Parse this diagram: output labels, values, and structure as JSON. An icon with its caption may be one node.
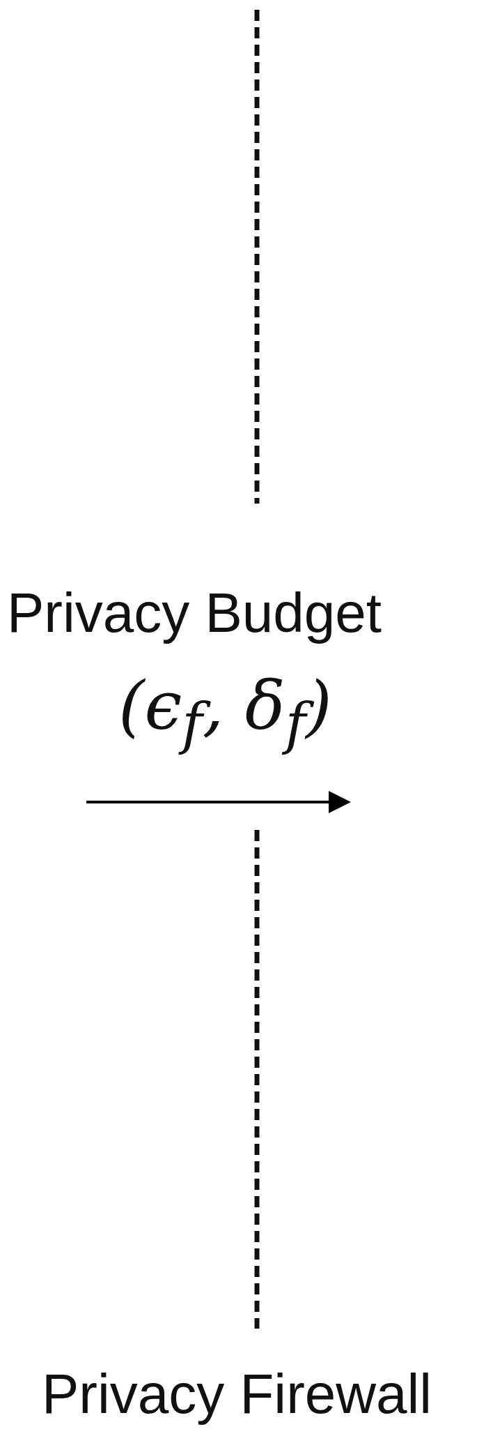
{
  "diagram": {
    "labels": [
      "Privacy Budget",
      "(ϵ$_{f}$, δ$_{f}$)",
      "Privacy Firewall"
    ]
  }
}
